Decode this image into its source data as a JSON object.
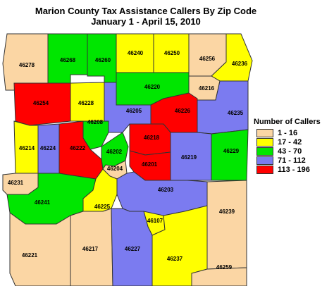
{
  "title_line1": "Marion County Tax Assistance Callers By Zip Code",
  "title_line2": "January 1 - April 15, 2010",
  "legend": {
    "title": "Number of Callers",
    "items": [
      {
        "label": "1 - 16",
        "color": "#fbd6a4"
      },
      {
        "label": "17 - 42",
        "color": "#ffff00"
      },
      {
        "label": "43 - 70",
        "color": "#00e600"
      },
      {
        "label": "71 - 112",
        "color": "#7b7bf0"
      },
      {
        "label": "113 - 196",
        "color": "#ff0000"
      }
    ]
  },
  "zips": [
    {
      "zip": "46278",
      "cls": 0
    },
    {
      "zip": "46268",
      "cls": 2
    },
    {
      "zip": "46260",
      "cls": 2
    },
    {
      "zip": "46240",
      "cls": 1
    },
    {
      "zip": "46250",
      "cls": 1
    },
    {
      "zip": "46256",
      "cls": 0
    },
    {
      "zip": "46236",
      "cls": 1
    },
    {
      "zip": "46220",
      "cls": 2
    },
    {
      "zip": "46216",
      "cls": 0
    },
    {
      "zip": "46254",
      "cls": 4
    },
    {
      "zip": "46228",
      "cls": 1
    },
    {
      "zip": "46205",
      "cls": 3
    },
    {
      "zip": "46226",
      "cls": 4
    },
    {
      "zip": "46235",
      "cls": 3
    },
    {
      "zip": "46208",
      "cls": 2
    },
    {
      "zip": "46218",
      "cls": 4
    },
    {
      "zip": "46214",
      "cls": 1
    },
    {
      "zip": "46224",
      "cls": 3
    },
    {
      "zip": "46222",
      "cls": 4
    },
    {
      "zip": "46202",
      "cls": 2
    },
    {
      "zip": "46201",
      "cls": 4
    },
    {
      "zip": "46219",
      "cls": 3
    },
    {
      "zip": "46229",
      "cls": 2
    },
    {
      "zip": "46204",
      "cls": 0
    },
    {
      "zip": "46231",
      "cls": 0
    },
    {
      "zip": "46241",
      "cls": 2
    },
    {
      "zip": "46225",
      "cls": 1
    },
    {
      "zip": "46203",
      "cls": 3
    },
    {
      "zip": "46107",
      "cls": 1
    },
    {
      "zip": "46239",
      "cls": 0
    },
    {
      "zip": "46221",
      "cls": 0
    },
    {
      "zip": "46217",
      "cls": 0
    },
    {
      "zip": "46227",
      "cls": 3
    },
    {
      "zip": "46237",
      "cls": 1
    },
    {
      "zip": "46259",
      "cls": 0
    }
  ]
}
